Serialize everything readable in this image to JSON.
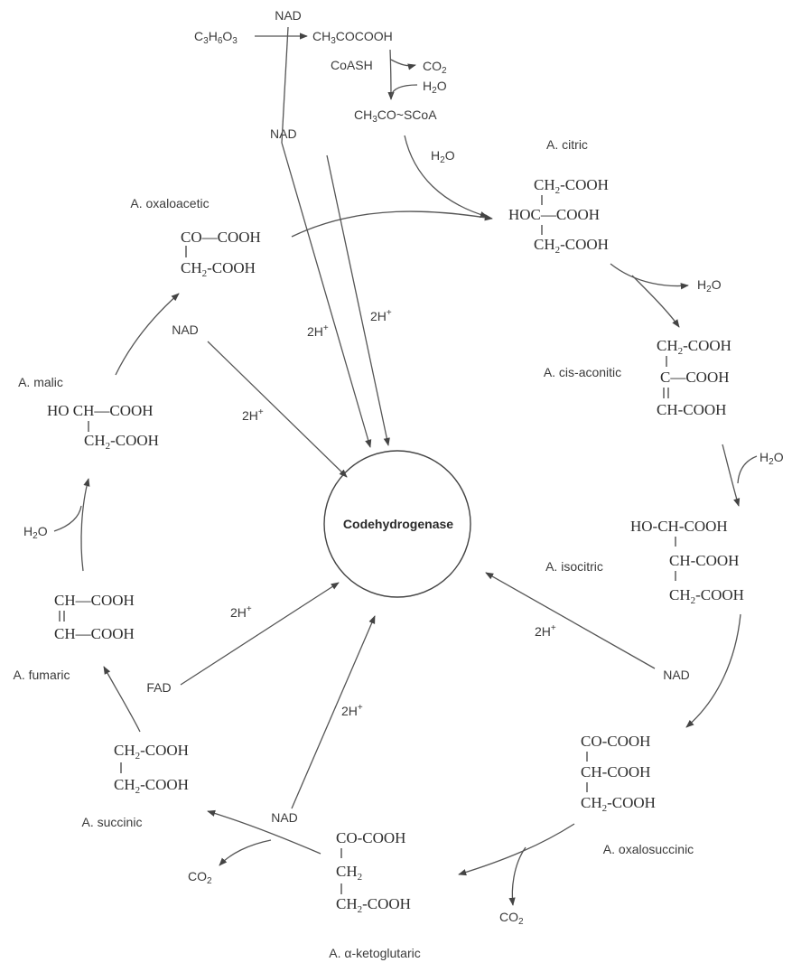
{
  "center": "Codehydrogenase",
  "top": {
    "formula": "C3H6O3",
    "pyruvate": "CH3COCOOH",
    "nad_top": "NAD",
    "nad_second": "NAD",
    "coash": "CoASH",
    "co2": "CO2",
    "h2o": "H2O",
    "acetyl": "CH3CO~SCoA",
    "h2o_2": "H2O"
  },
  "citric": {
    "name": "A. citric",
    "l1": "CH2-COOH",
    "l2": "HOC—COOH",
    "l3": "CH2-COOH",
    "h2o": "H2O"
  },
  "cis_aconitic": {
    "name": "A. cis-aconitic",
    "l1": "CH2-COOH",
    "l2": "C—COOH",
    "l3": "CH-COOH",
    "h2o": "H2O"
  },
  "isocitric": {
    "name": "A. isocitric",
    "l1": "HO-CH-COOH",
    "l2": "CH-COOH",
    "l3": "CH2-COOH",
    "nad": "NAD",
    "h": "2H+"
  },
  "oxalosuccinic": {
    "name": "A. oxalosuccinic",
    "l1": "CO-COOH",
    "l2": "CH-COOH",
    "l3": "CH2-COOH",
    "co2": "CO2"
  },
  "ketoglutaric": {
    "name": "A. α-ketoglutaric",
    "l1": "CO-COOH",
    "l2": "CH2",
    "l3": "CH2-COOH",
    "nad": "NAD",
    "h": "2H+",
    "co2": "CO2"
  },
  "succinic": {
    "name": "A. succinic",
    "l1": "CH2-COOH",
    "l2": "CH2-COOH",
    "fad": "FAD",
    "h": "2H+"
  },
  "fumaric": {
    "name": "A. fumaric",
    "l1": "CH—COOH",
    "l2": "CH—COOH",
    "h2o": "H2O"
  },
  "malic": {
    "name": "A. malic",
    "l1": "HO CH—COOH",
    "l2": "CH2-COOH",
    "nad": "NAD",
    "h": "2H+"
  },
  "oxaloacetic": {
    "name": "A. oxaloacetic",
    "l1": "CO—COOH",
    "l2": "CH2-COOH"
  },
  "top_h": {
    "h1": "2H+",
    "h2": "2H+"
  }
}
